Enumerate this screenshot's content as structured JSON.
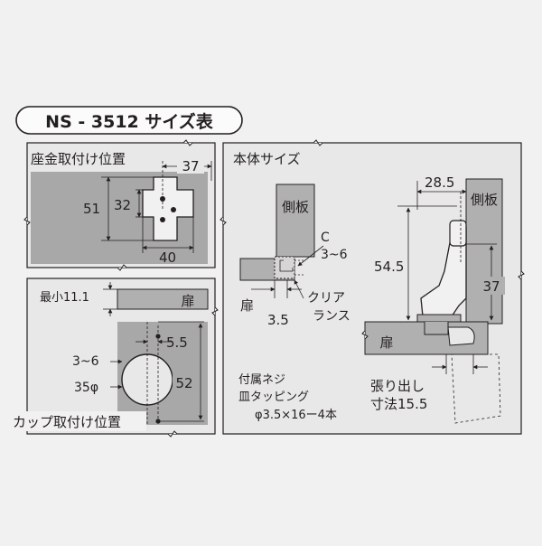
{
  "title": "NS - 3512 サイズ表",
  "plate_section": {
    "heading": "座金取付け位置",
    "dim_37": "37",
    "dim_51": "51",
    "dim_32": "32",
    "dim_40": "40"
  },
  "cup_section": {
    "heading": "カップ取付け位置",
    "min_label": "最小11.1",
    "door": "扉",
    "dim_5_5": "5.5",
    "dim_3_6": "3~6",
    "dim_35": "35φ",
    "dim_52": "52"
  },
  "body_section": {
    "heading": "本体サイズ",
    "side_board_left": "側板",
    "side_board_right": "側板",
    "clearance_c": "C",
    "clearance_range": "3~6",
    "door_left": "扉",
    "dim_3_5": "3.5",
    "clearance_label_1": "クリア",
    "clearance_label_2": "ランス",
    "dim_28_5": "28.5",
    "dim_54_5": "54.5",
    "dim_37": "37",
    "door_right": "扉",
    "screw_line_1": "付属ネジ",
    "screw_line_2": "皿タッピング",
    "screw_line_3": "φ3.5×16ー4本",
    "overhang_line_1": "張り出し",
    "overhang_line_2": "寸法15.5"
  }
}
